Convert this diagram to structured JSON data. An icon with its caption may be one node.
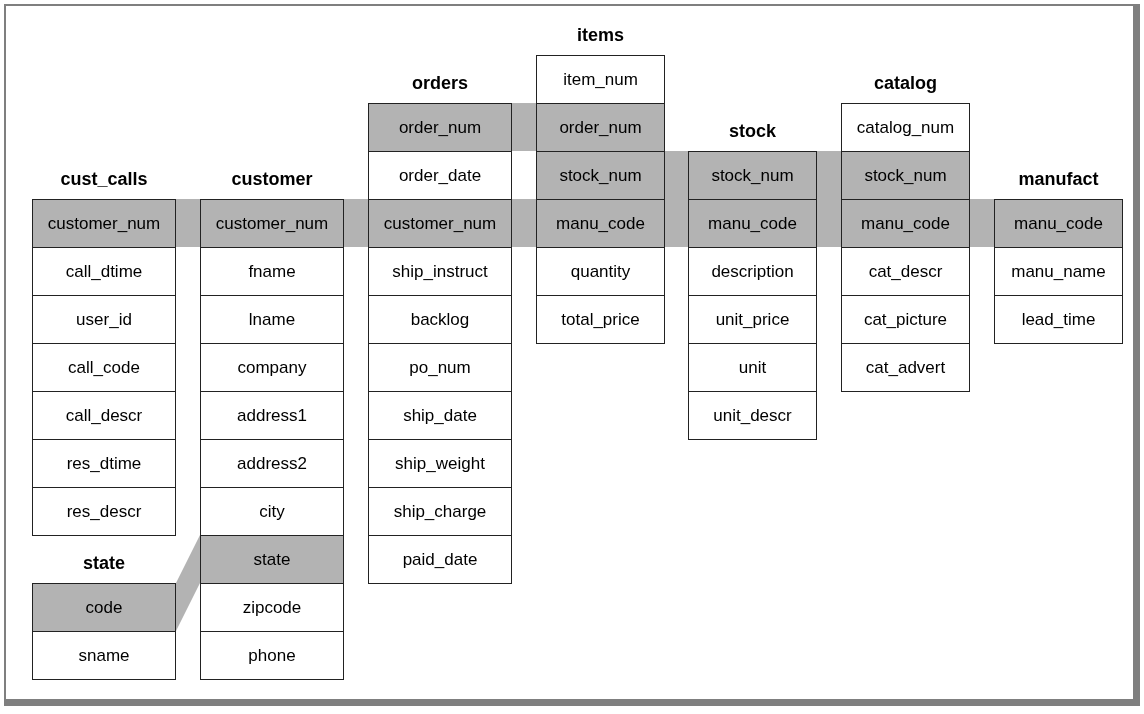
{
  "diagram": {
    "nodes": [
      {
        "text": [
          "cust_calls"
        ]
      },
      {
        "text": [
          "customer_num"
        ],
        "in": 0
      },
      {
        "text": [
          "call_dtime"
        ],
        "in": 0
      },
      {
        "text": [
          "user_id"
        ],
        "in": 0
      },
      {
        "text": [
          "call_code"
        ],
        "in": 0
      },
      {
        "text": [
          "call_descr"
        ],
        "in": 0
      },
      {
        "text": [
          "res_dtime"
        ],
        "in": 0
      },
      {
        "text": [
          "res_descr"
        ],
        "in": 0
      },
      {
        "text": [
          "state"
        ]
      },
      {
        "text": [
          "code"
        ],
        "in": 8
      },
      {
        "text": [
          "sname"
        ],
        "in": 8
      },
      {
        "text": [
          "customer"
        ]
      },
      {
        "text": [
          "customer_num"
        ],
        "in": 11
      },
      {
        "text": [
          "fname"
        ],
        "in": 11
      },
      {
        "text": [
          "lname"
        ],
        "in": 11
      },
      {
        "text": [
          "company"
        ],
        "in": 11
      },
      {
        "text": [
          "address1"
        ],
        "in": 11
      },
      {
        "text": [
          "address2"
        ],
        "in": 11
      },
      {
        "text": [
          "city"
        ],
        "in": 11
      },
      {
        "text": [
          "state"
        ],
        "in": 11
      },
      {
        "text": [
          "zipcode"
        ],
        "in": 11
      },
      {
        "text": [
          "phone"
        ],
        "in": 11
      },
      {
        "text": [
          "orders"
        ]
      },
      {
        "text": [
          "order_num"
        ],
        "in": 22
      },
      {
        "text": [
          "order_date"
        ],
        "in": 22
      },
      {
        "text": [
          "customer_num"
        ],
        "in": 22
      },
      {
        "text": [
          "ship_instruct"
        ],
        "in": 22
      },
      {
        "text": [
          "backlog"
        ],
        "in": 22
      },
      {
        "text": [
          "po_num"
        ],
        "in": 22
      },
      {
        "text": [
          "ship_date"
        ],
        "in": 22
      },
      {
        "text": [
          "ship_weight"
        ],
        "in": 22
      },
      {
        "text": [
          "ship_charge"
        ],
        "in": 22
      },
      {
        "text": [
          "paid_date"
        ],
        "in": 22
      },
      {
        "text": [
          "items"
        ]
      },
      {
        "text": [
          "item_num"
        ],
        "in": 33
      },
      {
        "text": [
          "order_num"
        ],
        "in": 33
      },
      {
        "text": [
          "stock_num"
        ],
        "in": 33
      },
      {
        "text": [
          "manu_code"
        ],
        "in": 33
      },
      {
        "text": [
          "quantity"
        ],
        "in": 33
      },
      {
        "text": [
          "total_price"
        ],
        "in": 33
      },
      {
        "text": [
          "stock"
        ]
      },
      {
        "text": [
          "stock_num"
        ],
        "in": 40
      },
      {
        "text": [
          "manu_code"
        ],
        "in": 40
      },
      {
        "text": [
          "description"
        ],
        "in": 40
      },
      {
        "text": [
          "unit_price"
        ],
        "in": 40
      },
      {
        "text": [
          "unit"
        ],
        "in": 40
      },
      {
        "text": [
          "unit_descr"
        ],
        "in": 40
      },
      {
        "text": [
          "catalog"
        ]
      },
      {
        "text": [
          "catalog_num"
        ],
        "in": 47
      },
      {
        "text": [
          "stock_num"
        ],
        "in": 47
      },
      {
        "text": [
          "manu_code"
        ],
        "in": 47
      },
      {
        "text": [
          "cat_descr"
        ],
        "in": 47
      },
      {
        "text": [
          "cat_picture"
        ],
        "in": 47
      },
      {
        "text": [
          "cat_advert"
        ],
        "in": 47
      },
      {
        "text": [
          "manufact"
        ]
      },
      {
        "text": [
          "manu_code"
        ],
        "in": 54
      },
      {
        "text": [
          "manu_name"
        ],
        "in": 54
      },
      {
        "text": [
          "lead_time"
        ],
        "in": 54
      }
    ],
    "edges": [
      {
        "from": 1,
        "to": 12,
        "arrow": "none",
        "style": "thick"
      },
      {
        "from": 12,
        "to": 25,
        "arrow": "none",
        "style": "thick"
      },
      {
        "from": 25,
        "to": 37,
        "arrow": "none",
        "style": "thick"
      },
      {
        "from": 23,
        "to": 35,
        "arrow": "none",
        "style": "thick"
      },
      {
        "from": 36,
        "to": 41,
        "arrow": "none",
        "style": "thick"
      },
      {
        "from": 41,
        "to": 49,
        "arrow": "none",
        "style": "thick"
      },
      {
        "from": 37,
        "to": 42,
        "arrow": "none",
        "style": "thick"
      },
      {
        "from": 42,
        "to": 50,
        "arrow": "none",
        "style": "thick"
      },
      {
        "from": 50,
        "to": 55,
        "arrow": "none",
        "style": "thick"
      },
      {
        "from": 9,
        "to": 19,
        "arrow": "none",
        "style": "thick"
      }
    ]
  }
}
